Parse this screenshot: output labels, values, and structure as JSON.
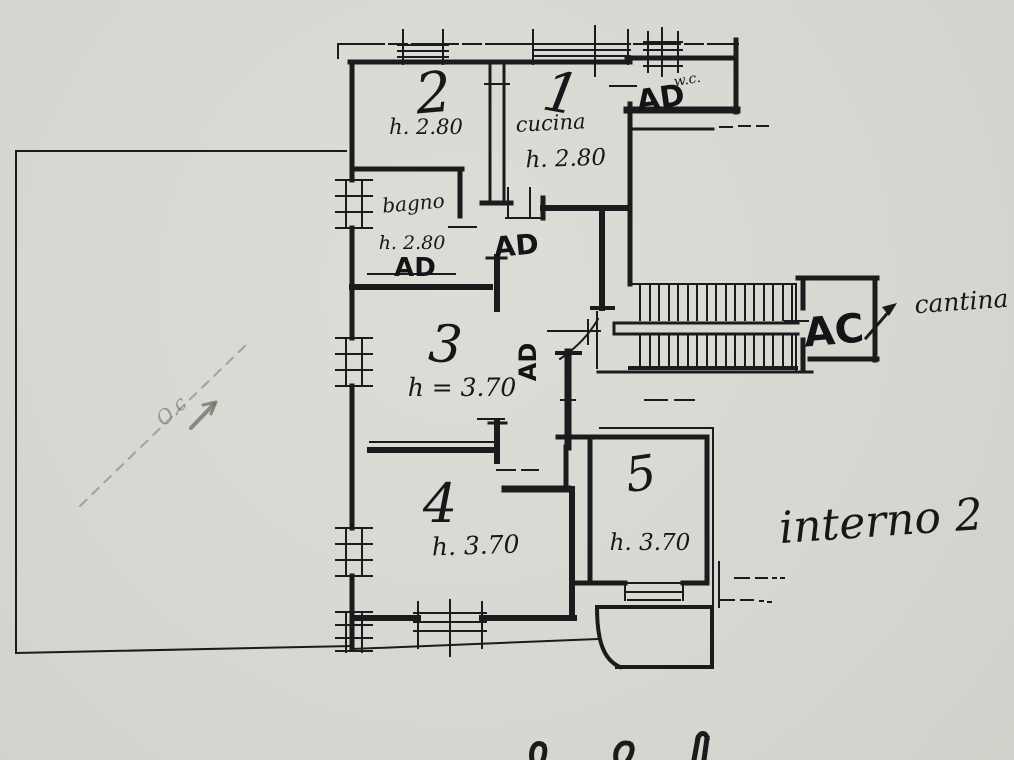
{
  "plan": {
    "rooms": [
      {
        "number": "2",
        "height": "h. 2.80"
      },
      {
        "number": "1",
        "name": "cucina",
        "height": "h. 2.80"
      },
      {
        "name": "w.c.",
        "door": "AD"
      },
      {
        "name": "bagno",
        "height": "h. 2.80",
        "door": "AD"
      },
      {
        "number": "3",
        "height": "h = 3.70"
      },
      {
        "number": "4",
        "height": "h. 3.70"
      },
      {
        "number": "5",
        "height": "h. 3.70"
      }
    ],
    "doors": {
      "corridor": "AD",
      "entry": "AD",
      "cantina_access": "AC"
    },
    "annotations": {
      "cantina": "cantina",
      "unit": "interno 2",
      "pencil_note": "O.c"
    }
  },
  "colors": {
    "paper": "#d7d8d2",
    "ink": "#1b1b1d",
    "pencil": "#6b6b65"
  }
}
